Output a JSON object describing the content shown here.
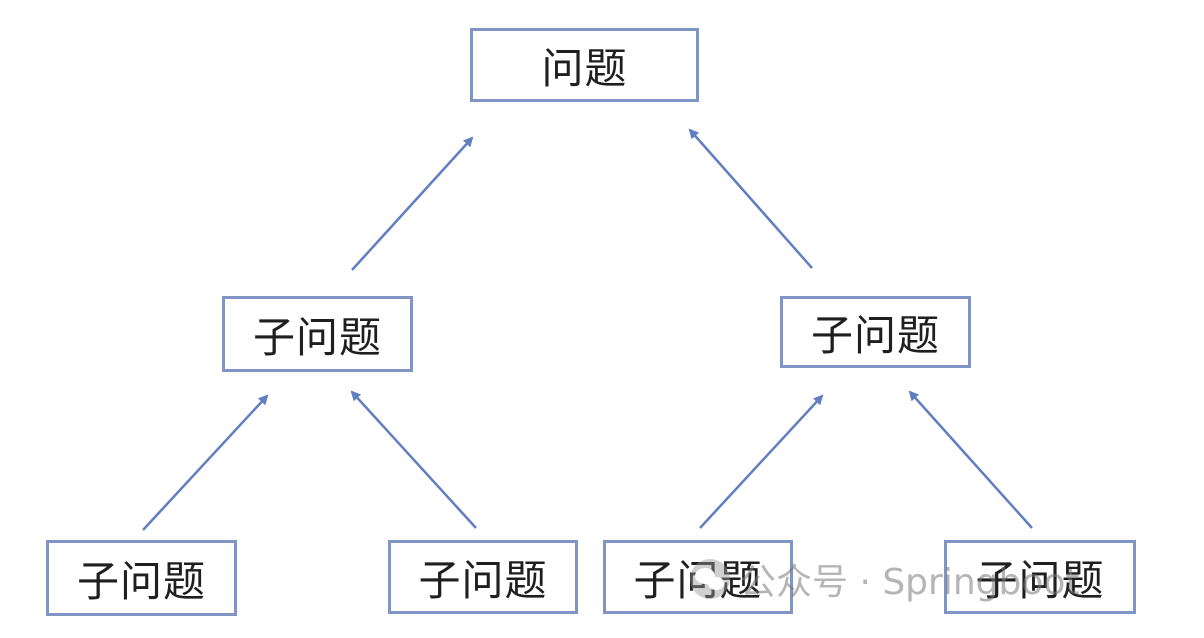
{
  "nodes": {
    "root": "问题",
    "mid_left": "子问题",
    "mid_right": "子问题",
    "leaf_1": "子问题",
    "leaf_2": "子问题",
    "leaf_3": "子问题",
    "leaf_4": "子问题"
  },
  "watermark": {
    "text": "公众号 · Springboot",
    "icon": "wechat-icon"
  },
  "colors": {
    "border": "#7f95c4",
    "arrow": "#5f7fc0",
    "text": "#1f1f1f"
  }
}
